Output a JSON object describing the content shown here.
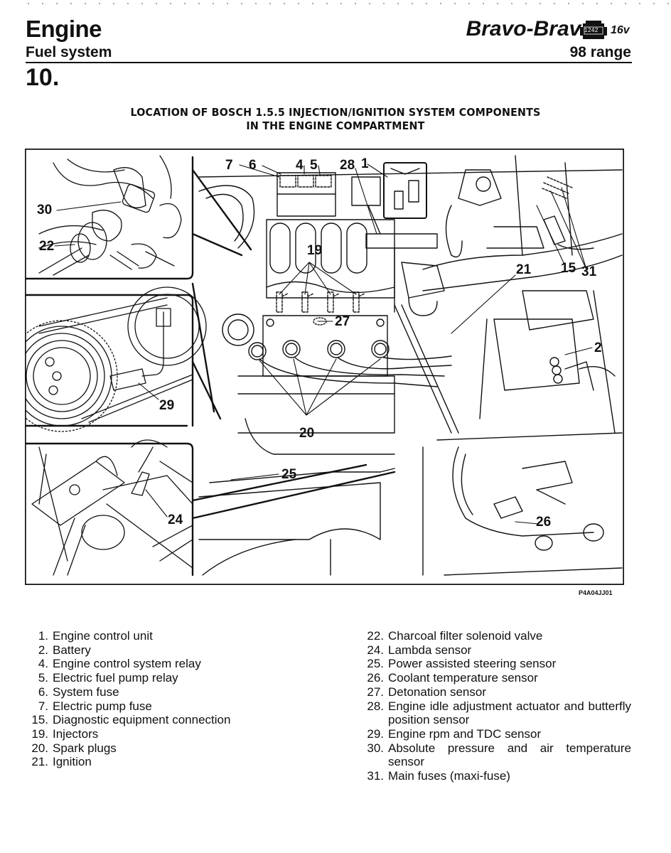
{
  "header": {
    "section_title": "Engine",
    "subsection": "Fuel system",
    "section_number": "10.",
    "model": "Bravo-Brava",
    "engine_badge_icon": "engine-block-icon",
    "engine_code": "1242",
    "valves": "16v",
    "range": "98 range"
  },
  "figure": {
    "title_line1": "LOCATION OF BOSCH 1.5.5 INJECTION/IGNITION SYSTEM COMPONENTS",
    "title_line2": "IN THE ENGINE COMPARTMENT",
    "code": "P4A04JJ01",
    "callouts": [
      "7",
      "6",
      "4",
      "5",
      "28",
      "1",
      "30",
      "22",
      "19",
      "21",
      "15",
      "31",
      "27",
      "2",
      "29",
      "20",
      "25",
      "24",
      "26"
    ]
  },
  "legend": {
    "left": [
      {
        "num": "1.",
        "text": "Engine control unit"
      },
      {
        "num": "2.",
        "text": "Battery"
      },
      {
        "num": "4.",
        "text": "Engine control system relay"
      },
      {
        "num": "5.",
        "text": "Electric fuel pump relay"
      },
      {
        "num": "6.",
        "text": "System fuse"
      },
      {
        "num": "7.",
        "text": "Electric pump fuse"
      },
      {
        "num": "15.",
        "text": "Diagnostic equipment connection"
      },
      {
        "num": "19.",
        "text": "Injectors"
      },
      {
        "num": "20.",
        "text": "Spark plugs"
      },
      {
        "num": "21.",
        "text": "Ignition"
      }
    ],
    "right": [
      {
        "num": "22.",
        "text": "Charcoal filter solenoid valve"
      },
      {
        "num": "24.",
        "text": "Lambda sensor"
      },
      {
        "num": "25.",
        "text": "Power assisted steering sensor"
      },
      {
        "num": "26.",
        "text": "Coolant temperature sensor"
      },
      {
        "num": "27.",
        "text": "Detonation sensor"
      },
      {
        "num": "28.",
        "text": "Engine idle adjustment actuator and butterfly position sensor"
      },
      {
        "num": "29.",
        "text": "Engine rpm and TDC sensor"
      },
      {
        "num": "30.",
        "text": "Absolute pressure and air temperature sensor"
      },
      {
        "num": "31.",
        "text": "Main fuses (maxi-fuse)"
      }
    ]
  }
}
